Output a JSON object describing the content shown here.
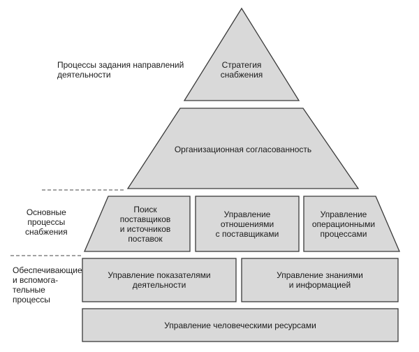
{
  "side_labels": {
    "direction": "Процессы задания направлений\nдеятельности",
    "core": "Основные\nпроцессы\nснабжения",
    "support": "Обеспечивающие\nи вспомога-\nтельные\nпроцессы"
  },
  "blocks": {
    "strategy": "Стратегия\nснабжения",
    "alignment": "Организационная согласованность",
    "sourcing": "Поиск\nпоставщиков\nи источников\nпоставок",
    "supplier_relations": "Управление\nотношениями\nс поставщиками",
    "operations": "Управление\nоперационными\nпроцессами",
    "performance": "Управление показателями\nдеятельности",
    "knowledge": "Управление знаниями\nи информацией",
    "hr": "Управление человеческими ресурсами"
  },
  "colors": {
    "fill": "#d9d9d9",
    "stroke": "#3a3a3a"
  }
}
